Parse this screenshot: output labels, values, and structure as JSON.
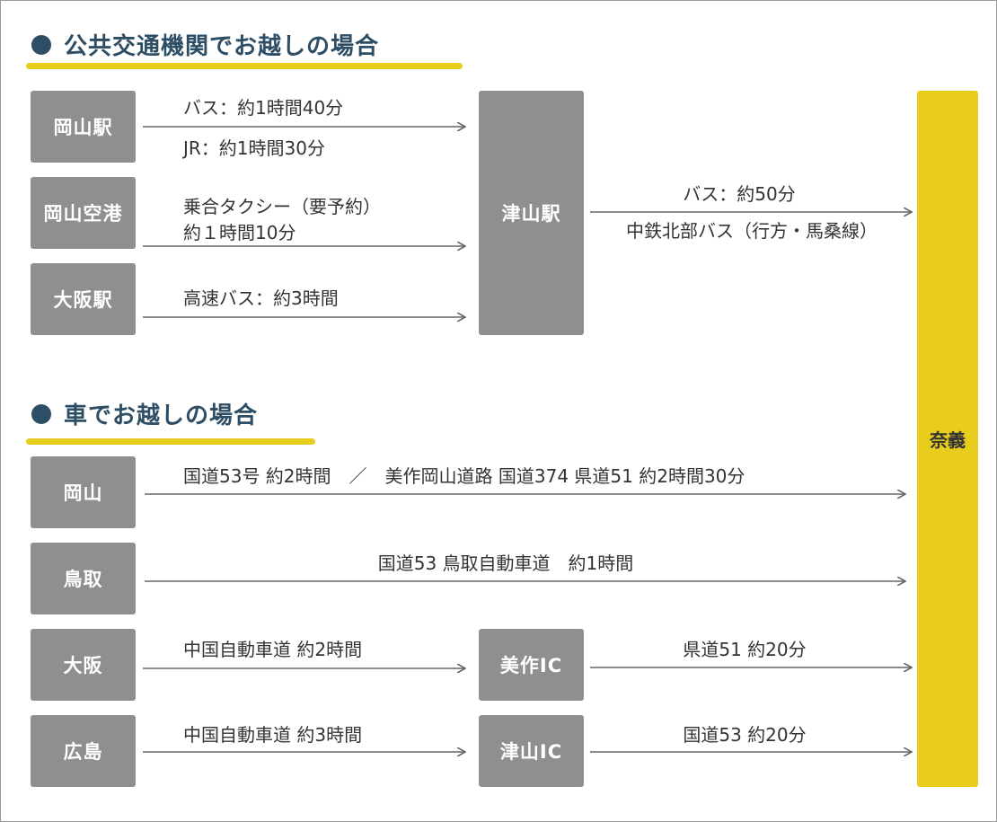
{
  "public_transport": {
    "heading": "公共交通機関でお越しの場合",
    "origins": {
      "okayama_station": "岡山駅",
      "okayama_airport": "岡山空港",
      "osaka_station": "大阪駅"
    },
    "hub": "津山駅",
    "routes": {
      "okayama_bus": "バス：約1時間40分",
      "okayama_jr": "JR：約1時間30分",
      "airport_line1": "乗合タクシー（要予約）",
      "airport_line2": "約１時間10分",
      "osaka_highway_bus": "高速バス：約3時間",
      "tsuyama_bus": "バス：約50分",
      "tsuyama_bus_line": "中鉄北部バス（行方・馬桑線）"
    }
  },
  "by_car": {
    "heading": "車でお越しの場合",
    "origins": {
      "okayama": "岡山",
      "tottori": "鳥取",
      "osaka": "大阪",
      "hiroshima": "広島"
    },
    "interchanges": {
      "mimasaka_ic": "美作IC",
      "tsuyama_ic": "津山IC"
    },
    "routes": {
      "okayama": "国道53号 約2時間　／　美作岡山道路 国道374 県道51 約2時間30分",
      "tottori": "国道53 鳥取自動車道　約1時間",
      "osaka_to_ic": "中国自動車道 約2時間",
      "mimasaka_to_dest": "県道51 約20分",
      "hiroshima_to_ic": "中国自動車道 約3時間",
      "tsuyama_ic_to_dest": "国道53 約20分"
    }
  },
  "destination": "奈義",
  "colors": {
    "heading": "#2e4e65",
    "accent_yellow": "#e8cd1c",
    "box_gray": "#8f8f8f",
    "arrow": "#666666"
  }
}
